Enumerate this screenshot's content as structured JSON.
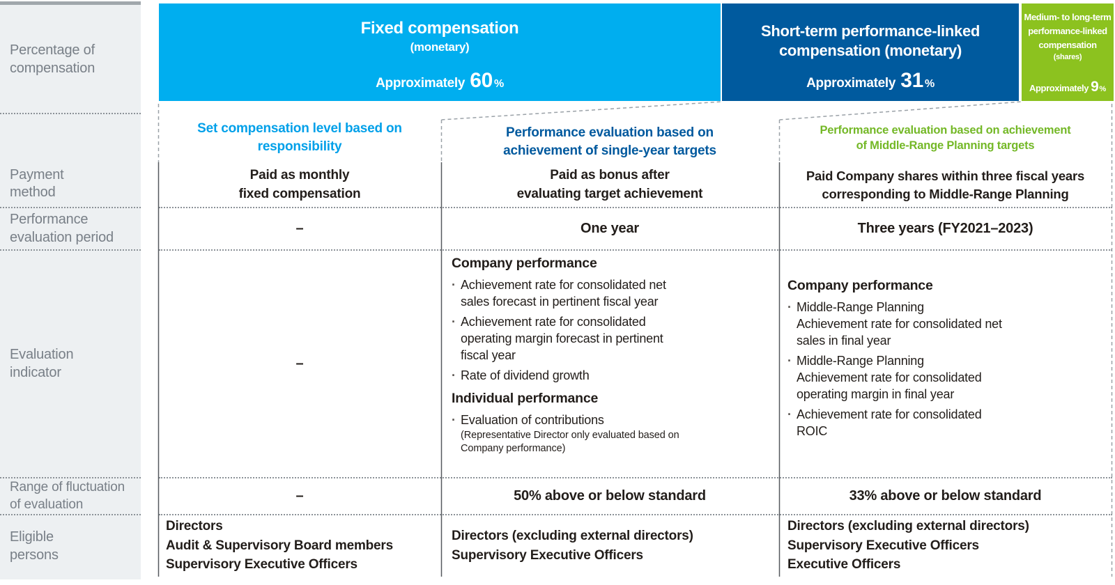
{
  "colors": {
    "fixed_block": "#00aeef",
    "short_term_block": "#005a9e",
    "mid_long_term_block": "#8cc21f",
    "label_text": "#787f87",
    "body_text": "#221d1a"
  },
  "left_labels": {
    "percentage": "Percentage of\ncompensation",
    "payment": "Payment\nmethod",
    "period": "Performance\nevaluation period",
    "indicator": "Evaluation\nindicator",
    "range": "Range of fluctuation\nof evaluation",
    "eligible": "Eligible\npersons"
  },
  "headers": {
    "fixed": {
      "title": "Fixed compensation",
      "form": "(monetary)",
      "approx_label": "Approximately",
      "approx_value": "60",
      "approx_unit": "%"
    },
    "short_term": {
      "title": "Short-term performance-linked\ncompensation (monetary)",
      "approx_label": "Approximately",
      "approx_value": "31",
      "approx_unit": "%"
    },
    "mid_long_term": {
      "title": "Medium- to long-term\nperformance-linked\ncompensation",
      "form": "(shares)",
      "approx_label": "Approximately",
      "approx_value": "9",
      "approx_unit": "%"
    }
  },
  "subtitles": {
    "fixed": "Set compensation level based on\nresponsibility",
    "short_term": "Performance evaluation based on\nachievement of single-year targets",
    "mid_long_term": "Performance evaluation based on achievement\nof Middle-Range Planning targets"
  },
  "payment_method": {
    "fixed": "Paid as monthly\nfixed compensation",
    "short_term": "Paid as bonus after\nevaluating target achievement",
    "mid_long_term": "Paid Company shares within three fiscal years\ncorresponding to Middle-Range Planning"
  },
  "evaluation_period": {
    "fixed": "–",
    "short_term": "One year",
    "mid_long_term": "Three years (FY2021–2023)"
  },
  "evaluation_indicator": {
    "fixed": "–",
    "short_term": {
      "heading1": "Company performance",
      "bullet1": "Achievement rate for consolidated net\nsales forecast in pertinent fiscal year",
      "bullet2": "Achievement rate for consolidated\noperating margin forecast in pertinent\nfiscal year",
      "bullet3": "Rate of dividend growth",
      "heading2": "Individual performance",
      "bullet4": "Evaluation of contributions",
      "bullet4_note": "(Representative Director only evaluated based on\nCompany performance)"
    },
    "mid_long_term": {
      "heading1": "Company performance",
      "bullet1": "Middle-Range Planning\nAchievement rate for consolidated net\nsales in final year",
      "bullet2": "Middle-Range Planning\nAchievement rate for consolidated\noperating margin in final year",
      "bullet3": "Achievement rate for consolidated\nROIC"
    }
  },
  "fluctuation_range": {
    "fixed": "–",
    "short_term": "50% above or below standard",
    "mid_long_term": "33% above or below standard"
  },
  "eligible_persons": {
    "fixed": "Directors\nAudit & Supervisory Board members\nSupervisory Executive Officers",
    "short_term": "Directors (excluding external directors)\nSupervisory Executive Officers",
    "mid_long_term": "Directors (excluding external directors)\nSupervisory Executive Officers\nExecutive Officers"
  }
}
